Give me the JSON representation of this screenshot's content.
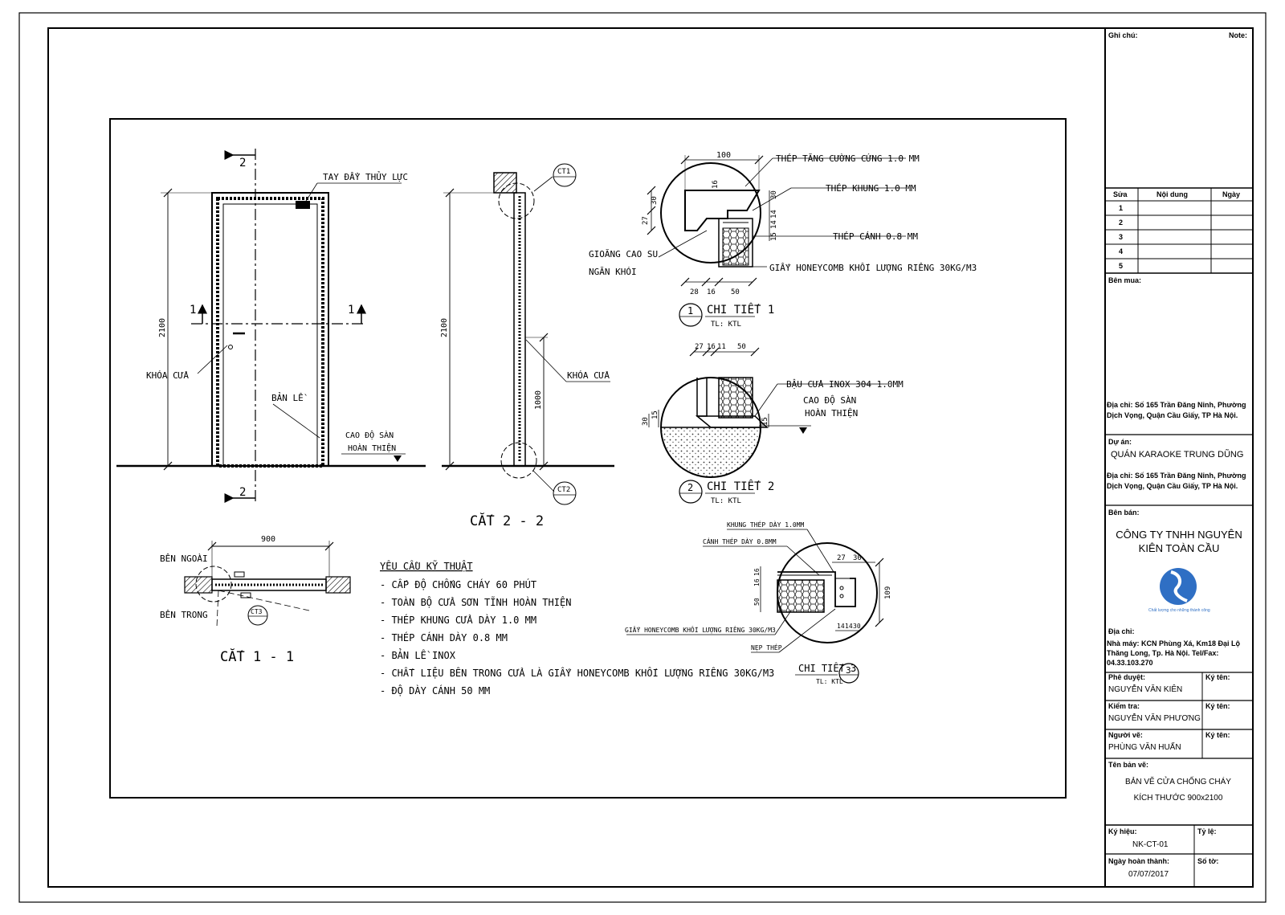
{
  "drawing": {
    "elevation": {
      "title_top": "2",
      "title_bottom": "2",
      "mark_left": "1",
      "mark_right": "1",
      "dim_height": "2100",
      "label_closer": "TAY ĐẨY THỦY LỰC",
      "label_lock": "KHÓA CỬA",
      "label_hinge": "BẢN LỀ",
      "label_floor_1": "CAO ĐỘ SÀN",
      "label_floor_2": "HOÀN THIỆN"
    },
    "section22": {
      "title": "CẮT 2 - 2",
      "dim_height": "2100",
      "dim_lock": "1000",
      "label_lock": "KHÓA CỬA",
      "tag_ct1": "CT1",
      "tag_ct2": "CT2"
    },
    "section11": {
      "title": "CẮT 1 - 1",
      "dim_width": "900",
      "label_outside": "BÊN NGOÀI",
      "label_inside": "BÊN TRONG",
      "tag_ct3": "CT3"
    },
    "detail1": {
      "title": "CHI TIẾT 1",
      "number": "1",
      "scale": "TL: KTL",
      "dim_top": "100",
      "dim_16": "16",
      "dim_30": "30",
      "dim_27": "27",
      "dim_right": [
        "30",
        "15",
        "14",
        "14"
      ],
      "dims_bottom": [
        "28",
        "16",
        "50"
      ],
      "labels": [
        "THÉP TĂNG CƯỜNG CỨNG 1.0 MM",
        "THÉP KHUNG 1.0 MM",
        "THÉP CÁNH 0.8 MM",
        "GIẤY HONEYCOMB KHỐI LƯỢNG RIÊNG 30KG/M3"
      ],
      "label_gasket_1": "GIOĂNG CAO SU",
      "label_gasket_2": "NGĂN KHÓI"
    },
    "detail2": {
      "title": "CHI TIẾT 2",
      "number": "2",
      "scale": "TL: KTL",
      "dims_top": [
        "27",
        "16",
        "11",
        "50"
      ],
      "dim_left": [
        "30",
        "15"
      ],
      "dim_right": "15",
      "label_cover": "BẬU CỬA INOX 304 1.0MM",
      "label_floor_1": "CAO ĐỘ SÀN",
      "label_floor_2": "HOÀN THIỆN"
    },
    "detail3": {
      "title": "CHI TIẾT 3",
      "number": "3",
      "scale": "TL: KTL",
      "labels": [
        "KHUNG THÉP DÀY 1.0MM",
        "CÁNH THÉP DÀY 0.8MM",
        "GIẤY HONEYCOMB KHỐI LƯỢNG RIÊNG 30KG/M3",
        "NẸP THÉP"
      ],
      "dims_top": [
        "27",
        "30"
      ],
      "dims_left": [
        "16",
        "16",
        "50"
      ],
      "dims_bottom": [
        "14",
        "14",
        "30"
      ],
      "dim_right": "109"
    },
    "requirements": {
      "title": "YÊU CẦU KỸ THUẬT",
      "items": [
        "- CẤP ĐỘ CHỐNG CHÁY 60 PHÚT",
        "- TOÀN BỘ CỬA SƠN TĨNH HOÀN THIỆN",
        "- THÉP KHUNG CỬA DÀY 1.0 MM",
        "- THÉP CÁNH DÀY 0.8 MM",
        "- BẢN LỀ INOX",
        "- CHẤT LIỆU BÊN TRONG CỬA LÀ GIẤY HONEYCOMB KHỐI LƯỢNG RIÊNG 30KG/M3",
        "- ĐỘ DÀY CÁNH 50 MM"
      ]
    }
  },
  "title_block": {
    "note_vi": "Ghi chú:",
    "note_en": "Note:",
    "rev_head": [
      "Sửa",
      "Nội dung",
      "Ngày"
    ],
    "rev_rows": [
      "1",
      "2",
      "3",
      "4",
      "5"
    ],
    "buyer_label": "Bên mua:",
    "buyer_address": "Địa chỉ: Số 165 Trần Đăng Ninh, Phường Dịch Vọng, Quận Cầu Giấy, TP Hà Nội.",
    "project_label": "Dự án:",
    "project_name": "QUÁN KARAOKE TRUNG DŨNG",
    "project_address": "Địa chỉ: Số 165 Trần Đăng Ninh, Phường Dịch Vọng, Quận Cầu Giấy, TP Hà Nội.",
    "seller_label": "Bên bán:",
    "seller_name": "CÔNG TY TNHH NGUYÊN KIÊN TOÀN CẦU",
    "logo_caption": "Chất lượng cho những thành công",
    "seller_address_label": "Địa chỉ:",
    "seller_address": "Nhà máy: KCN Phùng Xá, Km18 Đại Lộ Thăng Long, Tp. Hà Nội. Tel/Fax: 04.33.103.270",
    "approve_label": "Phê duyệt:",
    "approve_name": "NGUYỄN VĂN KIÊN",
    "check_label": "Kiểm tra:",
    "check_name": "NGUYỄN VĂN PHƯƠNG",
    "draw_label": "Người vẽ:",
    "draw_name": "PHÙNG VĂN HUẤN",
    "sign_label": "Ký tên:",
    "dwg_name_label": "Tên bản vẽ:",
    "dwg_name": "BẢN VẼ CỬA CHỐNG CHÁY KÍCH THƯỚC 900x2100",
    "code_label": "Ký hiệu:",
    "code": "NK-CT-01",
    "scale_label": "Tỷ lệ:",
    "date_label": "Ngày hoàn thành:",
    "date": "07/07/2017",
    "sheet_label": "Số tờ:"
  }
}
